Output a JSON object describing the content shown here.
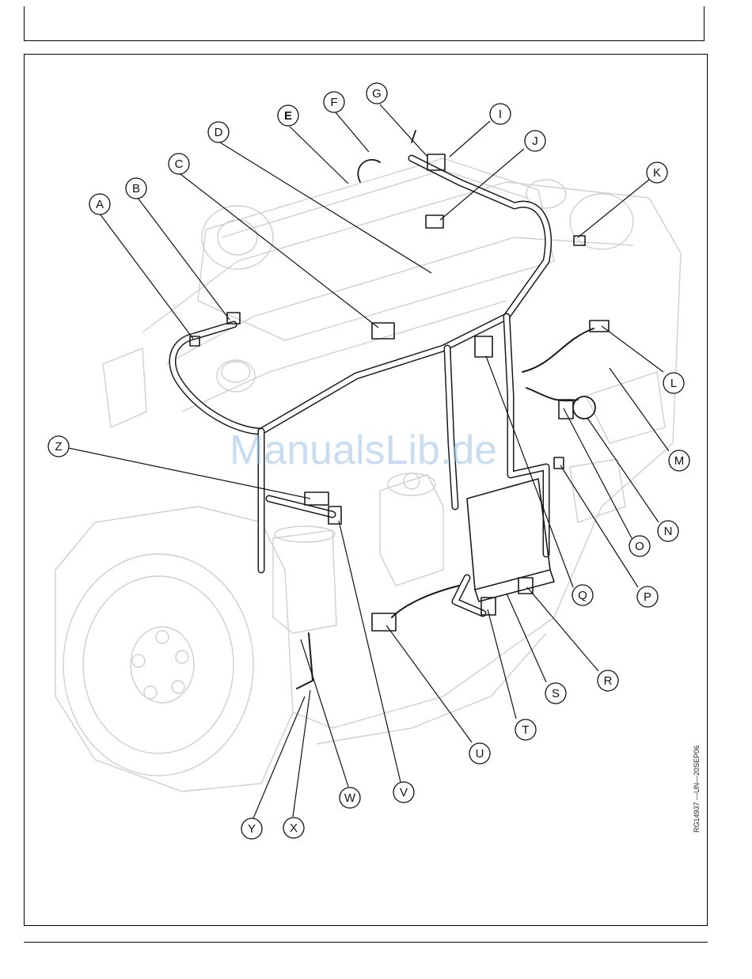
{
  "figure_id": "RG14937 —UN—20SEP06",
  "watermark": "ManualsLib.de",
  "callouts": [
    "A",
    "B",
    "C",
    "D",
    "E",
    "F",
    "G",
    "I",
    "J",
    "K",
    "L",
    "M",
    "N",
    "O",
    "P",
    "Q",
    "R",
    "S",
    "T",
    "U",
    "V",
    "W",
    "X",
    "Y",
    "Z"
  ]
}
